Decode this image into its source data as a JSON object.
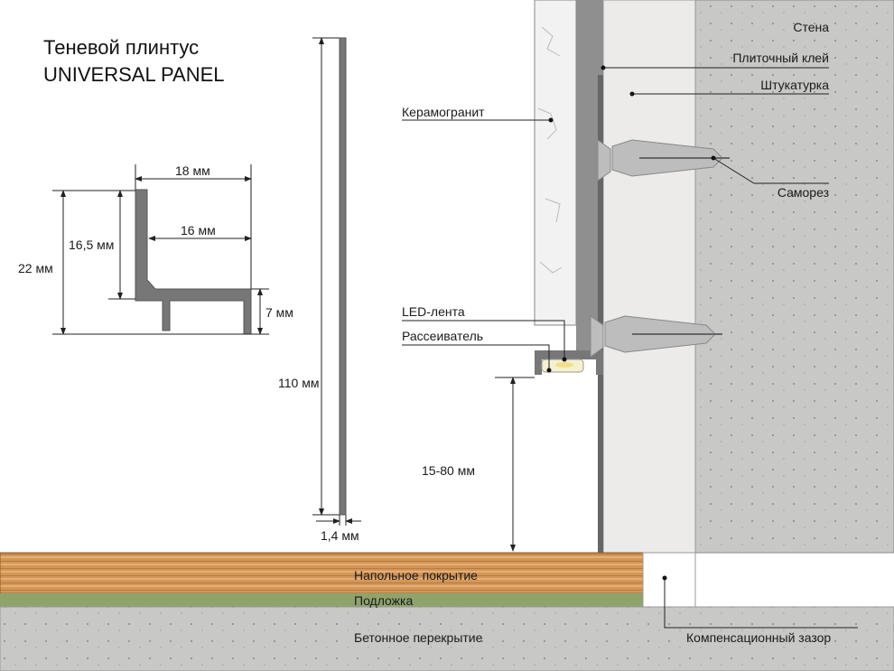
{
  "title": {
    "line1": "Теневой плинтус",
    "line2": "UNIVERSAL PANEL"
  },
  "profile_dimensions": {
    "width_18": "18 мм",
    "width_16": "16 мм",
    "height_16_5": "16,5 мм",
    "height_22": "22 мм",
    "height_7": "7 мм",
    "height_110": "110 мм",
    "thickness": "1,4 мм"
  },
  "layers": {
    "wall": "Стена",
    "tile_adhesive": "Плиточный клей",
    "plaster": "Штукатурка",
    "porcelain_tile": "Керамогранит",
    "screw": "Саморез",
    "led_strip": "LED-лента",
    "diffuser": "Рассеиватель",
    "gap_height": "15-80 мм",
    "floor_covering": "Напольное покрытие",
    "underlay": "Подложка",
    "concrete_slab": "Бетонное перекрытие",
    "expansion_gap": "Компенсационный зазор"
  },
  "colors": {
    "concrete": "#c9c9c7",
    "plaster": "#ecebea",
    "wood": "#d49a5c",
    "underlay": "#8ea36a",
    "profile": "#6e6e6e"
  }
}
